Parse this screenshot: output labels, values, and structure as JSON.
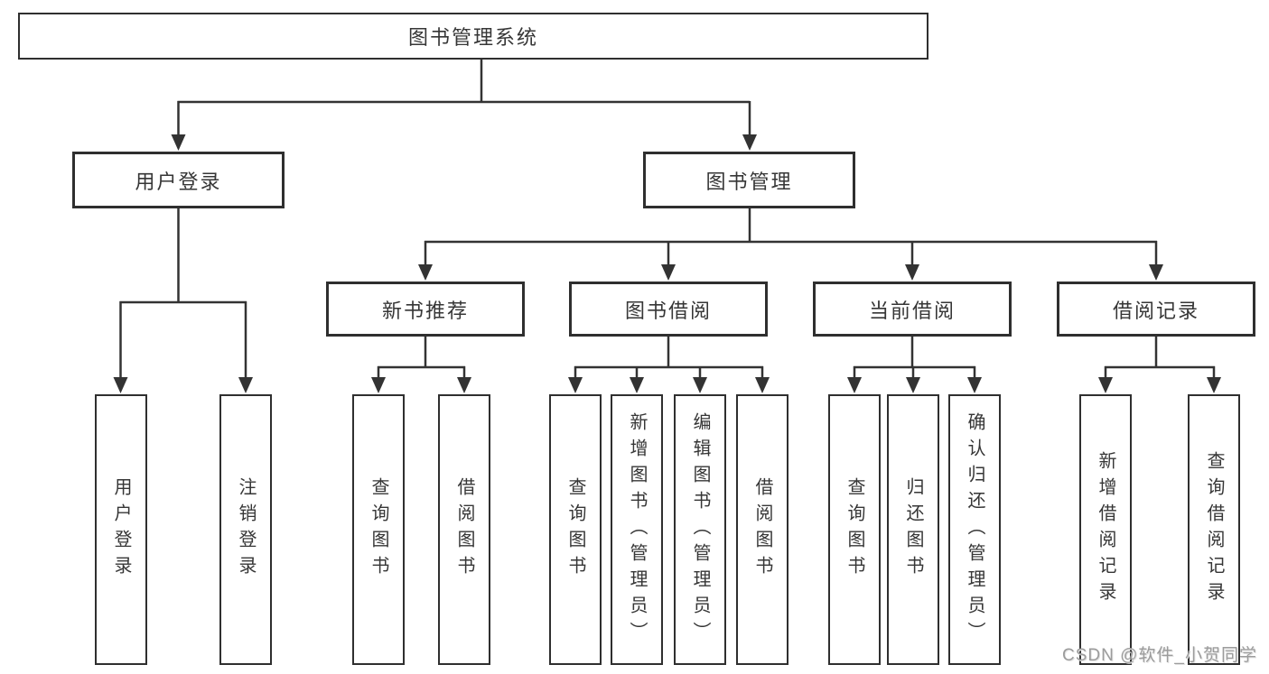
{
  "colors": {
    "background": "#ffffff",
    "line": "#333333",
    "box_border": "#2f2f2f",
    "text": "#363636",
    "watermark": "#9c9c9c"
  },
  "watermark": {
    "text": "CSDN @软件_小贺同学"
  },
  "tree": {
    "root": {
      "label": "图书管理系统"
    },
    "branches": [
      {
        "label": "用户登录",
        "children": [
          {
            "label": "用户登录"
          },
          {
            "label": "注销登录"
          }
        ]
      },
      {
        "label": "图书管理",
        "children": [
          {
            "label": "新书推荐",
            "children": [
              {
                "label": "查询图书"
              },
              {
                "label": "借阅图书"
              }
            ]
          },
          {
            "label": "图书借阅",
            "children": [
              {
                "label": "查询图书"
              },
              {
                "label": "新增图书（管理员）"
              },
              {
                "label": "编辑图书（管理员）"
              },
              {
                "label": "借阅图书"
              }
            ]
          },
          {
            "label": "当前借阅",
            "children": [
              {
                "label": "查询图书"
              },
              {
                "label": "归还图书"
              },
              {
                "label": "确认归还（管理员）"
              }
            ]
          },
          {
            "label": "借阅记录",
            "children": [
              {
                "label": "新增借阅记录"
              },
              {
                "label": "查询借阅记录"
              }
            ]
          }
        ]
      }
    ]
  }
}
